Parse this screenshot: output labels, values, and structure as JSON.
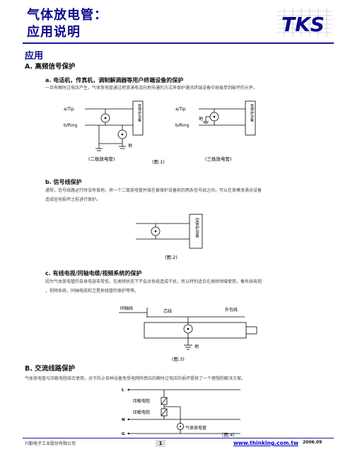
{
  "header": {
    "title_line1": "气体放电管：",
    "title_line2": "应用说明",
    "logo_text": "TKS"
  },
  "section_title": "应用",
  "sectionA": {
    "heading": "A. 高频信号保护",
    "a": {
      "heading": "a.  电话机，传真机，调制解调器等用户终端设备的保护",
      "body": "一旦有瞬时过电压产生，气体放电管通过把浪涌电流向地导通的方式来保护通讯终端设备中容易受到破坏的元件。",
      "labels": {
        "tip": "a/Tip",
        "ring": "b/Ring",
        "ground": "地",
        "device": "受保护设备",
        "two_pole": "(二极放电管)",
        "three_pole": "(三极放电管)",
        "figure": "(图.1)"
      }
    },
    "b": {
      "heading": "b.  信号线保护",
      "body_line1": "通常，信号线路运行时没有接地，将一个二极放电管并接在被保护设备前的两条信号线之间，可以在差模浪涌对设备",
      "body_line2": "造成任何损坏之前进行保护。",
      "labels": {
        "device": "受保护设备",
        "figure": "(图.2)"
      }
    },
    "c": {
      "heading": "c.  有线电视/同轴电缆/视频系统的保护",
      "body_line1": "因为气体放电管的自身电容非常低，在高频状态下不会对系统造成干扰，所以特别适合在高频领域使用，像有线电视",
      "body_line2": "，视频系统，同轴电缆和卫星射线管的保护等等。",
      "labels": {
        "coax": "同轴线",
        "core": "芯线",
        "outer": "外包线",
        "ground": "地",
        "figure": "(图.3)"
      }
    }
  },
  "sectionB": {
    "heading": "B. 交流线路保护",
    "body": "气体放电管与压敏电阻结合使用，对于防止各种设备免受电网所感应的瞬时过电压的损坏提供了一个理想的解决方案。",
    "labels": {
      "L": "L",
      "N": "N",
      "G": "G",
      "varistor1": "压敏电阻",
      "varistor2": "压敏电阻",
      "gdt": "气体放电管",
      "figure": "（图.4）"
    }
  },
  "footer": {
    "company": "兴勤电子工业股份有限公司",
    "page": "1",
    "url": "www.thinking.com.tw",
    "date": "2006.09"
  },
  "colors": {
    "title": "#0b0b8a",
    "footer_line": "#1a1aa0",
    "url": "#0000cc",
    "logo": "#0b0b8a"
  }
}
